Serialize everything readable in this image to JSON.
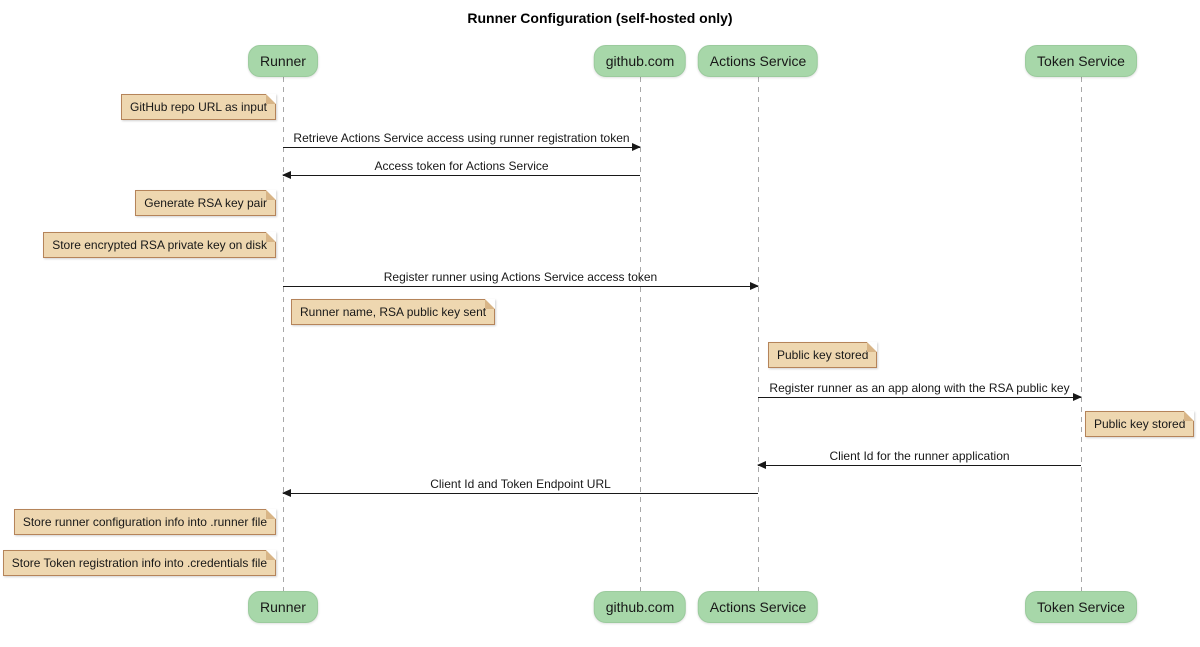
{
  "title": "Runner Configuration (self-hosted only)",
  "colors": {
    "background": "#ffffff",
    "participant_fill": "#a7d7a9",
    "note_fill": "#eed7b0",
    "note_border": "#b5845a",
    "lifeline": "#a8a8a8",
    "arrow": "#181818"
  },
  "participants": [
    {
      "label": "Runner"
    },
    {
      "label": "github.com"
    },
    {
      "label": "Actions Service"
    },
    {
      "label": "Token Service"
    }
  ],
  "notes": [
    {
      "text": "GitHub repo URL as input",
      "attached_to": "Runner",
      "side": "left"
    },
    {
      "text": "Generate RSA key pair",
      "attached_to": "Runner",
      "side": "left"
    },
    {
      "text": "Store encrypted RSA private key on disk",
      "attached_to": "Runner",
      "side": "left"
    },
    {
      "text": "Runner name, RSA public key sent",
      "attached_to": "Runner",
      "side": "right"
    },
    {
      "text": "Public key stored",
      "attached_to": "Actions Service",
      "side": "right"
    },
    {
      "text": "Public key stored",
      "attached_to": "Token Service",
      "side": "right"
    },
    {
      "text": "Store runner configuration info into .runner file",
      "attached_to": "Runner",
      "side": "left"
    },
    {
      "text": "Store Token registration info into .credentials file",
      "attached_to": "Runner",
      "side": "left"
    }
  ],
  "messages": [
    {
      "label": "Retrieve Actions Service access using runner registration token",
      "from": "Runner",
      "to": "github.com"
    },
    {
      "label": "Access token for Actions Service",
      "from": "github.com",
      "to": "Runner"
    },
    {
      "label": "Register runner using Actions Service access token",
      "from": "Runner",
      "to": "Actions Service"
    },
    {
      "label": "Register runner as an app along with the RSA public key",
      "from": "Actions Service",
      "to": "Token Service"
    },
    {
      "label": "Client Id for the runner application",
      "from": "Token Service",
      "to": "Actions Service"
    },
    {
      "label": "Client Id and Token Endpoint URL",
      "from": "Actions Service",
      "to": "Runner"
    }
  ]
}
